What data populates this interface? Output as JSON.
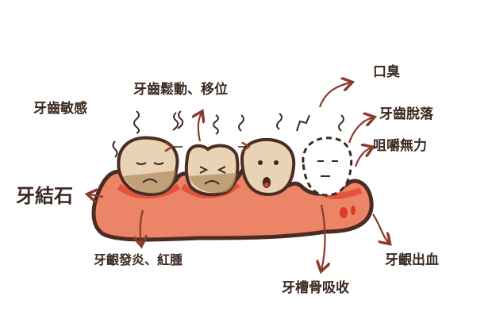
{
  "labels": {
    "sensitivity": "牙齒敏感",
    "loosening": "牙齒鬆動、移位",
    "bad_breath": "口臭",
    "tooth_loss": "牙齒脫落",
    "weak_chewing": "咀嚼無力",
    "tartar": "牙結石",
    "gum_inflammation": "牙齦發炎、紅腫",
    "bone_resorption": "牙槽骨吸收",
    "gum_bleeding": "牙齦出血"
  },
  "colors": {
    "gum": "#ec8467",
    "gum_red": "#e0402c",
    "outline": "#4a2c22",
    "tooth": "#ead2b4",
    "tartar": "#b08a5c",
    "arrow": "#8a3b2e"
  }
}
